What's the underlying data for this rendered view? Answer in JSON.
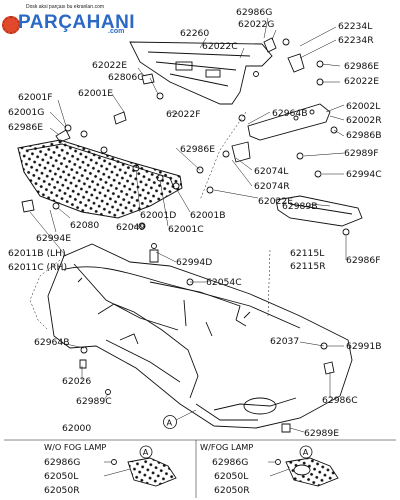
{
  "logo": {
    "tagline": "Dosk aksi parçası bu ekranları.com",
    "name": "PARÇAHANI",
    "domain": ".com"
  },
  "labels": {
    "p62260": "62260",
    "p62986G_top": "62986G",
    "p62022G": "62022G",
    "p62234L": "62234L",
    "p62234R": "62234R",
    "p62022C": "62022C",
    "p62022E_top": "62022E",
    "p62806C": "62806C",
    "p62986E_r1": "62986E",
    "p62022E_r": "62022E",
    "p62001F": "62001F",
    "p62001E": "62001E",
    "p62001G": "62001G",
    "p62986E_l": "62986E",
    "p62022F": "62022F",
    "p62964B_top": "62964B",
    "p62002L": "62002L",
    "p62002R": "62002R",
    "p62986B": "62986B",
    "p62986E_mid": "62986E",
    "p62989F": "62989F",
    "p62074L": "62074L",
    "p62074R": "62074R",
    "p62994C": "62994C",
    "p62022E_mid": "62022E",
    "p62989B": "62989B",
    "p62994E": "62994E",
    "p62080": "62080",
    "p62001D": "62001D",
    "p62001B": "62001B",
    "p62049": "62049",
    "p62001C": "62001C",
    "p62011B": "62011B (LH)",
    "p62011C": "62011C (RH)",
    "p62115L": "62115L",
    "p62115R": "62115R",
    "p62986F": "62986F",
    "p62994D": "62994D",
    "p62054C": "62054C",
    "p62964B_bot": "62964B",
    "p62037": "62037",
    "p62991B": "62991B",
    "p62026": "62026",
    "p62986C": "62986C",
    "p62989C": "62989C",
    "p62000": "62000",
    "p62989E": "62989E"
  },
  "callout": "A",
  "bottom_left": {
    "title": "W/O FOG LAMP",
    "callout": "A",
    "p1": "62986G",
    "p2": "62050L",
    "p3": "62050R"
  },
  "bottom_right": {
    "title": "W/FOG LAMP",
    "callout": "A",
    "p1": "62986G",
    "p2": "62050L",
    "p3": "62050R"
  }
}
